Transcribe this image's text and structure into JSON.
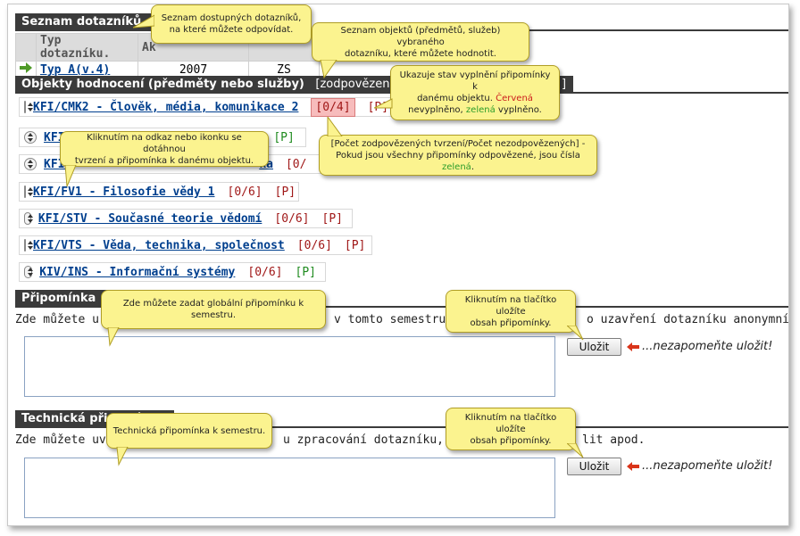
{
  "questionnaires": {
    "title": "Seznam dotazníků",
    "columns": [
      "Typ dotazníku.",
      "Ak"
    ],
    "rows": [
      {
        "name": "Typ A(v.4)",
        "year": "2007",
        "semester": "ZS"
      }
    ]
  },
  "objects": {
    "title": "Objekty hodnocení (předměty nebo služby)",
    "status_prefix": "[zodpovězen",
    "status_suffix": "]",
    "items": [
      {
        "label": "KFI/CMK2 - Člověk, média, komunikace 2",
        "count": "[0/4]",
        "p": "[P]",
        "p_color": "red"
      },
      {
        "label": "KFI/",
        "count": "",
        "p": "[P]",
        "p_color": "green"
      },
      {
        "label": "KFI/",
        "label_tail": "ka",
        "count": "[0/",
        "p": "",
        "p_color": "red"
      },
      {
        "label": "KFI/FV1 - Filosofie vědy 1",
        "count": "[0/6]",
        "p": "[P]",
        "p_color": "red"
      },
      {
        "label": "KFI/STV - Současné teorie vědomí",
        "count": "[0/6]",
        "p": "[P]",
        "p_color": "red"
      },
      {
        "label": "KFI/VTS - Věda, technika, společnost",
        "count": "[0/6]",
        "p": "[P]",
        "p_color": "red"
      },
      {
        "label": "KIV/INS - Informační systémy",
        "count": "[0/6]",
        "p": "[P]",
        "p_color": "green"
      }
    ]
  },
  "global_note": {
    "title": "Připomínka",
    "info_left": "Zde můžete u",
    "info_mid": "v tomto semestru, t",
    "info_right": "o uzavření dotazníku anonymní",
    "save_label": "Uložit",
    "reminder": "...nezapomeňte uložit!"
  },
  "tech_note": {
    "title": "Technická připomínk",
    "info_left": "Zde můžete uve",
    "info_mid": "u zpracování dotazníku, co by",
    "info_right": "lit apod.",
    "save_label": "Uložit",
    "reminder": "...nezapomeňte uložit!"
  },
  "tooltips": {
    "list": [
      "Seznam dostupných dotazníků,",
      "na které můžete odpovídat."
    ],
    "objects": [
      "Seznam objektů (předmětů, služeb) vybraného",
      "dotazníku, které můžete hodnotit."
    ],
    "status": {
      "l1": "Ukazuje stav vyplnění připomínky k",
      "l2": "danému objektu.",
      "red": "Červená",
      "l3a": "nevyplněno,",
      "green": "zelená",
      "l3b": "vyplněno."
    },
    "counts": {
      "l1": "[Počet zodpovězených tvrzení/Počet nezodpovězených] -",
      "l2": "Pokud jsou všechny připomínky odpovězené, jsou čísla",
      "green": "zelená",
      "end": "."
    },
    "click": [
      "Kliknutím na odkaz nebo ikonku se dotáhnou",
      "tvrzení a připomínka k danému objektu."
    ],
    "global": "Zde můžete zadat globální připomínku k semestru.",
    "save1": [
      "Kliknutím na tlačítko uložíte",
      "obsah připomínky."
    ],
    "tech": "Technická připomínka k semestru.",
    "save2": [
      "Kliknutím na tlačítko uložíte",
      "obsah připomínky."
    ]
  },
  "colors": {
    "header_bg": "#3b3b3b",
    "link": "#003f8e",
    "tooltip_bg": "#fbf38f",
    "count_red": "#a01818",
    "p_green": "#1e8a1e"
  }
}
